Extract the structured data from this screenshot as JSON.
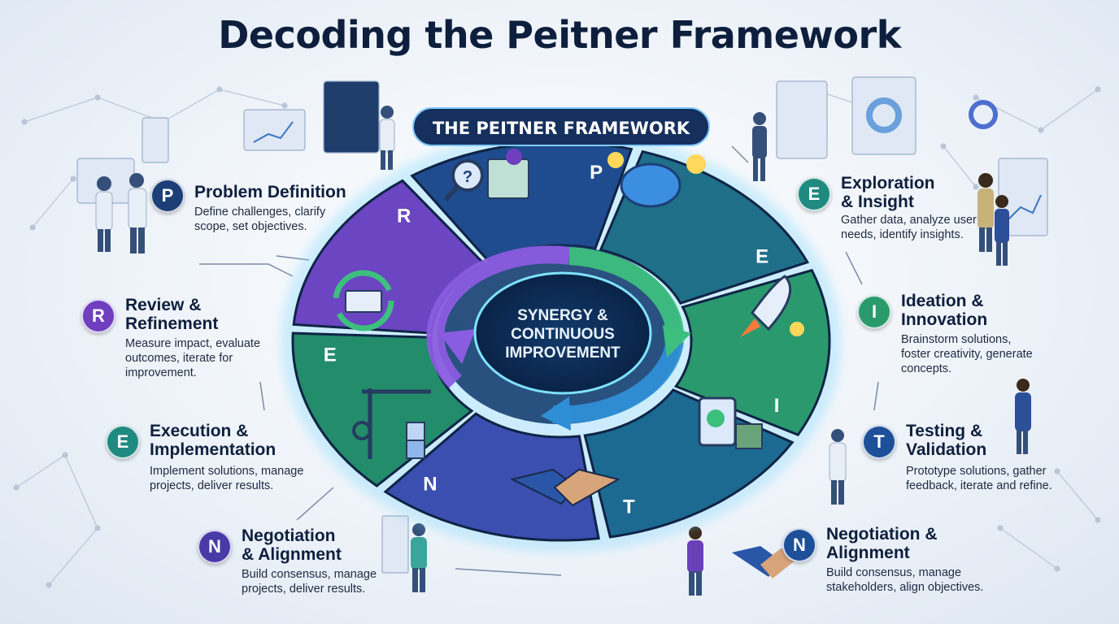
{
  "title": "Decoding the Peitner Framework",
  "wheel": {
    "banner": "THE PEITNER FRAMEWORK",
    "center_text": [
      "SYNERGY &",
      "CONTINUOUS",
      "IMPROVEMENT"
    ],
    "segments": [
      {
        "letter": "P",
        "color": "#1f4c8f"
      },
      {
        "letter": "E",
        "color": "#1f6f88"
      },
      {
        "letter": "I",
        "color": "#2a9a6e"
      },
      {
        "letter": "T",
        "color": "#1c6a92"
      },
      {
        "letter": "N",
        "color": "#3a4fb0"
      },
      {
        "letter": "E",
        "color": "#238c6a"
      },
      {
        "letter": "R",
        "color": "#6b45c2"
      }
    ]
  },
  "cards": [
    {
      "letter": "P",
      "heading": "Problem Definition",
      "desc": "Define challenges, clarify\nscope, set objectives."
    },
    {
      "letter": "E",
      "heading": "Exploration\n& Insight",
      "desc": "Gather data, analyze user\nneeds, identify insights."
    },
    {
      "letter": "R",
      "heading": "Review &\nRefinement",
      "desc": "Measure impact, evaluate\noutcomes, iterate for\nimprovement."
    },
    {
      "letter": "I",
      "heading": "Ideation &\nInnovation",
      "desc": "Brainstorm solutions,\nfoster creativity, generate\nconcepts."
    },
    {
      "letter": "E",
      "heading": "Execution &\nImplementation",
      "desc": "Implement solutions, manage\nprojects, deliver results."
    },
    {
      "letter": "T",
      "heading": "Testing &\nValidation",
      "desc": "Prototype solutions, gather\nfeedback, iterate and refine."
    },
    {
      "letter": "N",
      "heading": "Negotiation\n& Alignment",
      "desc": "Build consensus, manage\nprojects, deliver results."
    },
    {
      "letter": "N",
      "heading": "Negotiation &\nAlignment",
      "desc": "Build consensus, manage\nstakeholders, align objectives."
    }
  ]
}
